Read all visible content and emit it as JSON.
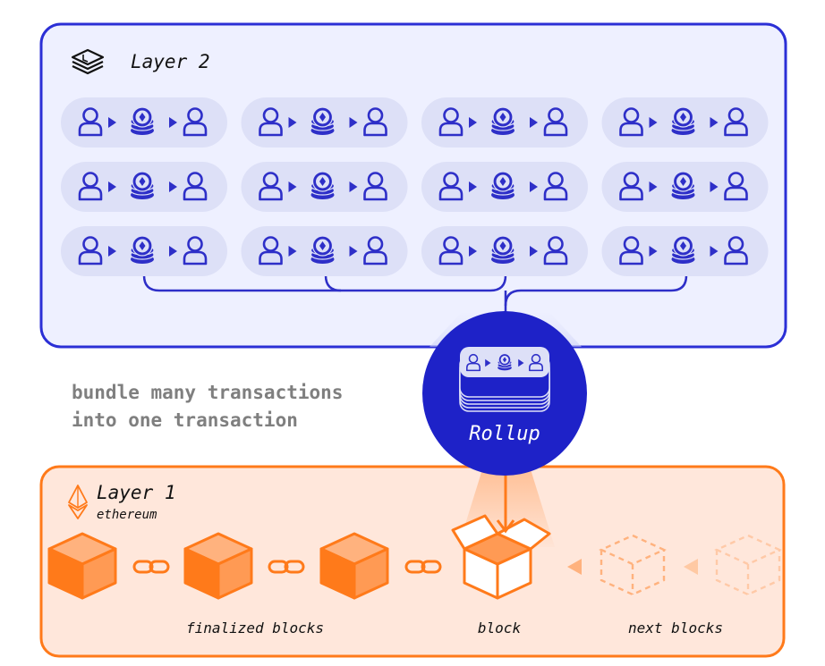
{
  "layer2": {
    "title": "Layer 2",
    "rows": 3,
    "cols": 4
  },
  "bundle_text": {
    "line1": "bundle many transactions",
    "line2": "into one transaction"
  },
  "rollup": {
    "label": "Rollup"
  },
  "layer1": {
    "title": "Layer 1",
    "subtitle": "ethereum"
  },
  "blocks": {
    "finalized_label": "finalized blocks",
    "current_label": "block",
    "next_label": "next blocks"
  },
  "colors": {
    "layer2_border": "#2b2fd6",
    "layer2_fill": "#eef0ff",
    "pill_fill": "#dde0f7",
    "icon_blue": "#2e2fc8",
    "rollup_fill": "#1e22c8",
    "layer1_border": "#ff7a1a",
    "layer1_fill": "#ffe7db",
    "block_orange": "#ff7a1a",
    "block_face": "#ffb27e",
    "bundle_text": "#7f7f7f"
  }
}
